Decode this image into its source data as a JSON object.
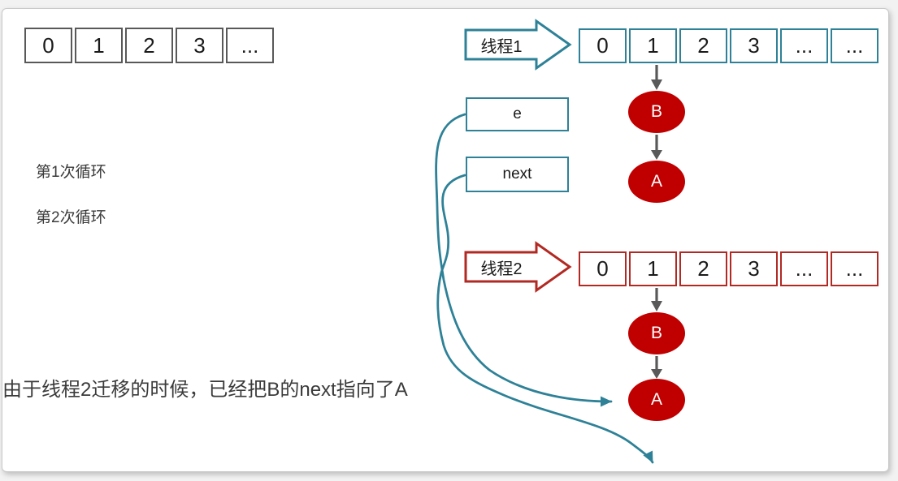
{
  "colors": {
    "teal": "#2E8197",
    "red": "#B22923",
    "node_fill": "#C00000",
    "gray": "#595959",
    "text": "#3B3B3B"
  },
  "top_array": {
    "cells": [
      "0",
      "1",
      "2",
      "3",
      "..."
    ]
  },
  "captions": {
    "loop1": "第1次循环",
    "loop2": "第2次循环",
    "note": "由于线程2迁移的时候，已经把B的next指向了A"
  },
  "pointers": {
    "e": "e",
    "next": "next"
  },
  "thread1": {
    "label": "线程1",
    "cells": [
      "0",
      "1",
      "2",
      "3",
      "...",
      "..."
    ],
    "node_b": "B",
    "node_a": "A"
  },
  "thread2": {
    "label": "线程2",
    "cells": [
      "0",
      "1",
      "2",
      "3",
      "...",
      "..."
    ],
    "node_b": "B",
    "node_a": "A"
  }
}
